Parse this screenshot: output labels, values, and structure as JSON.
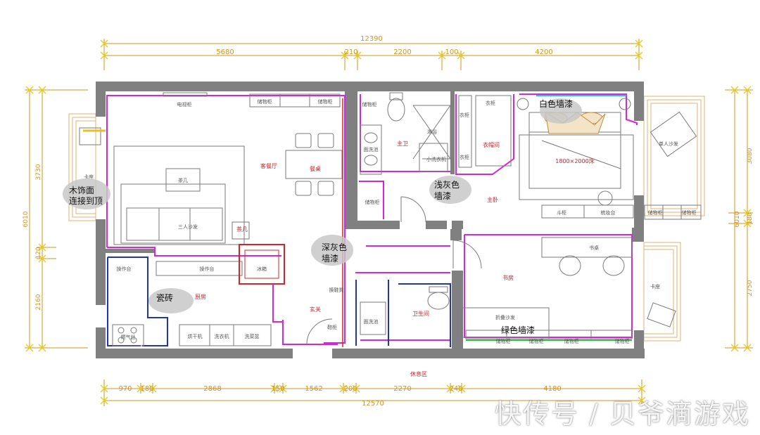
{
  "dimensions": {
    "top_total": "12390",
    "top_segments": [
      "5680",
      "210",
      "2200",
      "100",
      "4200"
    ],
    "bottom_segments": [
      "970",
      "180",
      "2868",
      "150",
      "1562",
      "200",
      "2270",
      "240",
      "4180"
    ],
    "bottom_total": "12570",
    "left_total": "6010",
    "left_segments": [
      "3730",
      "120",
      "2160"
    ],
    "right_total": "6010",
    "right_segments": [
      "3080",
      "180",
      "2750"
    ]
  },
  "rooms": {
    "tv_cabinet": "电视柜",
    "storage": "储物柜",
    "living_dining": "客餐厅",
    "dining_table": "餐桌",
    "coffee_table": "茶几",
    "three_seat_sofa": "三人沙发",
    "side_table": "茶几",
    "card_seat": "卡座",
    "counter": "操作台",
    "fridge": "冰箱",
    "kitchen": "厨房",
    "dryer": "烘干机",
    "washer": "洗衣机",
    "sink": "洗菜盆",
    "gas_stove": "燃气灶",
    "entrance": "玄关",
    "shoe_bench": "换鞋凳",
    "shoe_cabinet": "鞋柜",
    "master_bath": "主卫",
    "shower": "淋浴",
    "wash_basin": "面洗池",
    "mini_washer": "小洗衣机",
    "wardrobe": "衣柜",
    "cloakroom": "衣帽间",
    "master_bedroom": "主卧",
    "bed": "1800×2000床",
    "single_sofa": "单人沙发",
    "nightstand": "斗柜",
    "vanity": "梳妆台",
    "bathroom": "卫生间",
    "study": "书房",
    "desk": "书桌",
    "folding_sofa": "折叠沙发",
    "rest_area": "休息区"
  },
  "notes": {
    "wood_wall_line1": "木饰面",
    "wood_wall_line2": "连接到顶",
    "dark_gray_line1": "深灰色",
    "dark_gray_line2": "墙漆",
    "light_gray_line1": "浅灰色",
    "light_gray_line2": "墙漆",
    "white_paint": "白色墙漆",
    "tiles": "瓷砖",
    "green_paint": "绿色墙漆"
  },
  "watermark": "快传号 / 贝爷滴游戏",
  "colors": {
    "wall": "#808080",
    "magenta_line": "#e020e0",
    "blue_line": "#2233bb",
    "red_line": "#e02020",
    "dimension": "#d4931f",
    "label": "#c2272d",
    "note_bubble": "#c8c8c8",
    "cyan_line": "#18d0c8",
    "green_line": "#22cc33"
  }
}
